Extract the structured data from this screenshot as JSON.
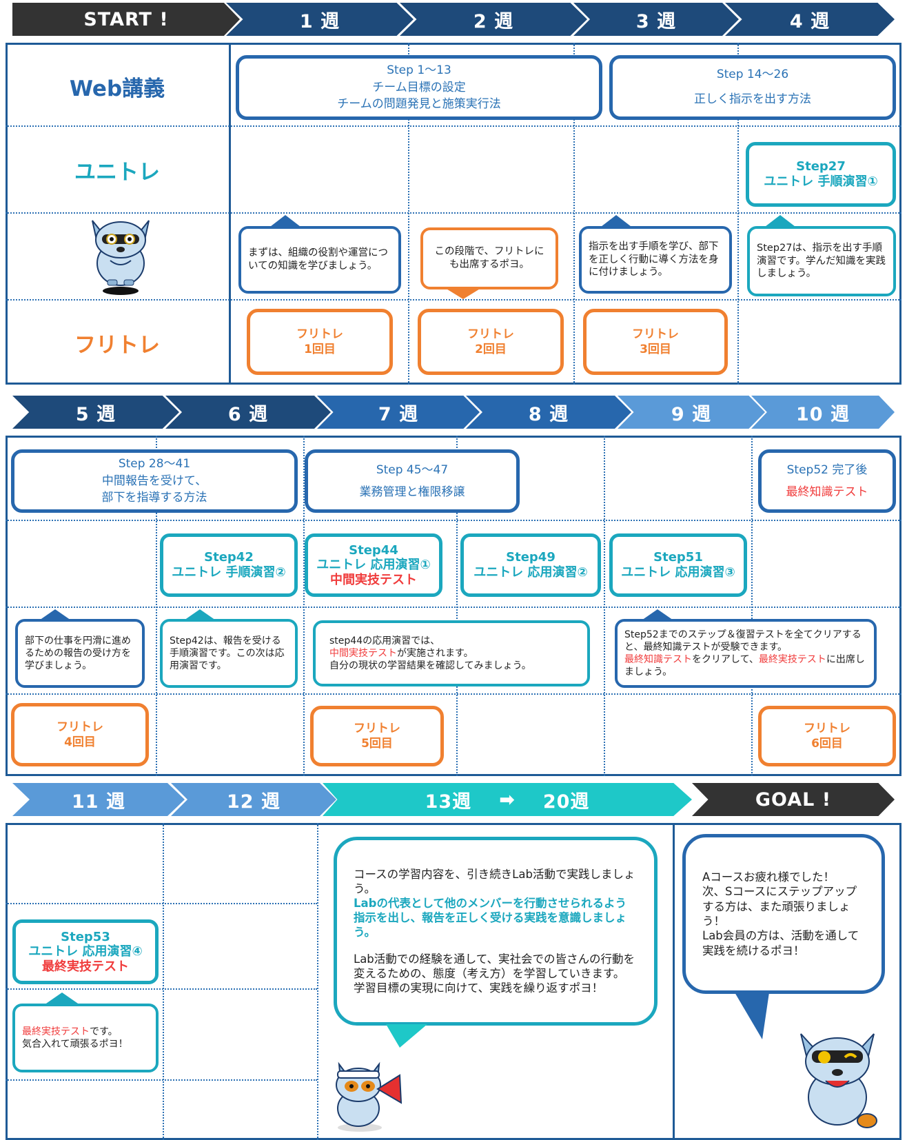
{
  "colors": {
    "navy": "#1e4a7a",
    "mid": "#2767ad",
    "light": "#5a9ad8",
    "cyan": "#1ba7be",
    "teal": "#1ec8c8",
    "orange": "#f08030",
    "black": "#333333",
    "red": "#f03c3c"
  },
  "header1": {
    "start": "START !",
    "w1": "1 週",
    "w2": "2 週",
    "w3": "3 週",
    "w4": "4 週"
  },
  "header2": {
    "w5": "5 週",
    "w6": "6 週",
    "w7": "7 週",
    "w8": "8 週",
    "w9": "9 週",
    "w10": "10 週"
  },
  "header3": {
    "w11": "11 週",
    "w12": "12 週",
    "w13from": "13週",
    "w13arrow": "➡",
    "w13to": "20週",
    "goal": "GOAL !"
  },
  "rows": {
    "web": "Web講義",
    "uni": "ユニトレ",
    "furi": "フリトレ"
  },
  "web": {
    "b1": {
      "l1": "Step 1～13",
      "l2": "チーム目標の設定",
      "l3": "チームの問題発見と施策実行法"
    },
    "b2": {
      "l1": "Step 14～26",
      "l2": "正しく指示を出す方法"
    },
    "b3": {
      "l1": "Step 28～41",
      "l2": "中間報告を受けて、",
      "l3": "部下を指導する方法"
    },
    "b4": {
      "l1": "Step 45～47",
      "l2": "業務管理と権限移譲"
    },
    "b5": {
      "l1": "Step52 完了後",
      "l2": "最終知識テスト"
    }
  },
  "uni": {
    "s27": {
      "l1": "Step27",
      "l2": "ユニトレ 手順演習①"
    },
    "s42": {
      "l1": "Step42",
      "l2": "ユニトレ 手順演習②"
    },
    "s44": {
      "l1": "Step44",
      "l2": "ユニトレ 応用演習①",
      "l3": "中間実技テスト"
    },
    "s49": {
      "l1": "Step49",
      "l2": "ユニトレ 応用演習②"
    },
    "s51": {
      "l1": "Step51",
      "l2": "ユニトレ 応用演習③"
    },
    "s53": {
      "l1": "Step53",
      "l2": "ユニトレ 応用演習④",
      "l3": "最終実技テスト"
    }
  },
  "furi": {
    "f1": {
      "l1": "フリトレ",
      "l2": "1回目"
    },
    "f2": {
      "l1": "フリトレ",
      "l2": "2回目"
    },
    "f3": {
      "l1": "フリトレ",
      "l2": "3回目"
    },
    "f4": {
      "l1": "フリトレ",
      "l2": "4回目"
    },
    "f5": {
      "l1": "フリトレ",
      "l2": "5回目"
    },
    "f6": {
      "l1": "フリトレ",
      "l2": "6回目"
    }
  },
  "bubbles": {
    "b1": "まずは、組織の役割や運営についての知識を学びましょう。",
    "b2": "この段階で、フリトレにも出席するポヨ。",
    "b3": "指示を出す手順を学び、部下を正しく行動に導く方法を身に付けましょう。",
    "b4": "Step27は、指示を出す手順演習です。学んだ知識を実践しましょう。",
    "b5": "部下の仕事を円滑に進めるための報告の受け方を学びましょう。",
    "b6": "Step42は、報告を受ける手順演習です。この次は応用演習です。",
    "b7": {
      "a": "step44の応用演習では、",
      "b": "中間実技テスト",
      "c": "が実施されます。",
      "d": "自分の現状の学習結果を確認してみましょう。"
    },
    "b8": {
      "a": "Step52までのステップ＆復習テストを全てクリアすると、最終知識テストが受験できます。",
      "b": "最終知識テスト",
      "c": "をクリアして、",
      "d": "最終実技テスト",
      "e": "に出席しましょう。"
    },
    "b9": {
      "a": "最終実技テスト",
      "b": "です。",
      "c": "気合入れて頑張るポヨ！"
    },
    "big": {
      "p1": "コースの学習内容を、引き続きLab活動で実践しましょう。",
      "p2": "Labの代表として他のメンバーを行動させられるよう指示を出し、報告を正しく受ける実践を意識しましょう。",
      "p3": "Lab活動での経験を通して、実社会での皆さんの行動を変えるための、態度（考え方）を学習していきます。",
      "p4": "学習目標の実現に向けて、実践を繰り返すポヨ！"
    },
    "goal": {
      "p1": "Aコースお疲れ様でした！",
      "p2": "次、Sコースにステップアップする方は、また頑張りましょう！",
      "p3": "Lab会員の方は、活動を通して実践を続けるポヨ！"
    }
  }
}
